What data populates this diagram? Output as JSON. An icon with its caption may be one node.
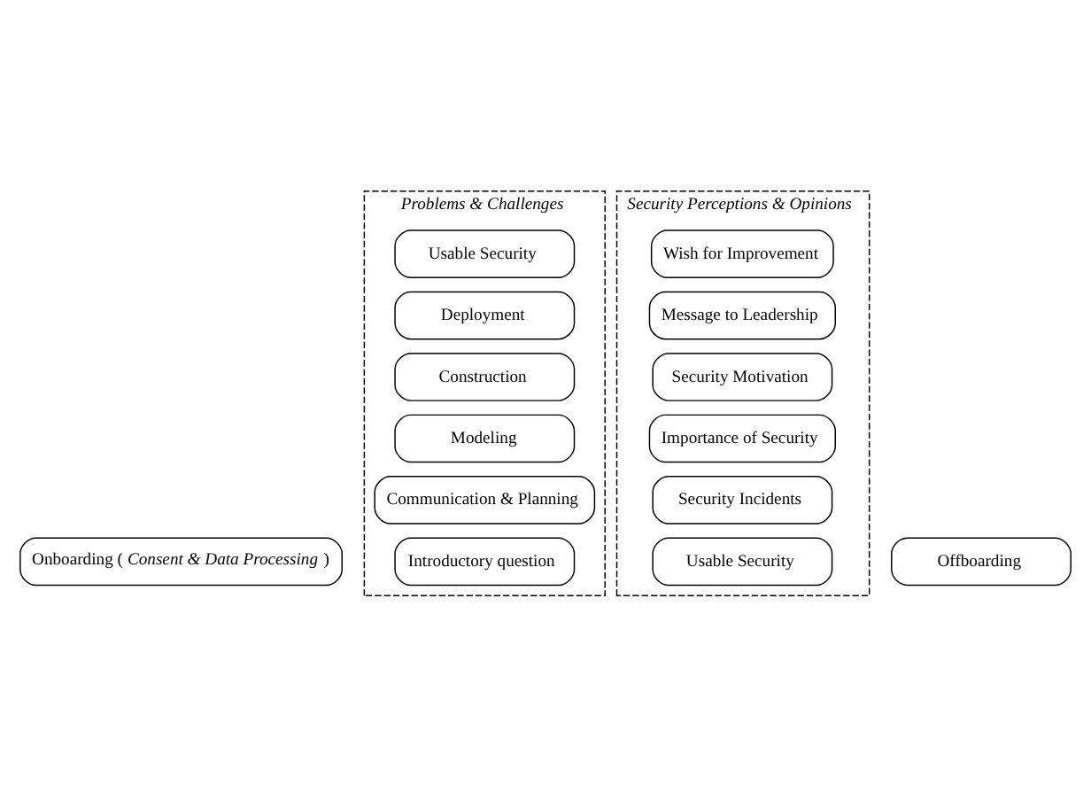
{
  "diagram": {
    "nodes": [
      {
        "text": [
          "Onboarding (*Consent & Data Processing*)"
        ]
      },
      {
        "text": [
          "Problems & Challenges"
        ]
      },
      {
        "text": [
          "Introductory question"
        ],
        "in": 1
      },
      {
        "text": [
          "Communication & Planning"
        ],
        "in": 1
      },
      {
        "text": [
          "Modeling"
        ],
        "in": 1
      },
      {
        "text": [
          "Construction"
        ],
        "in": 1
      },
      {
        "text": [
          "Deployment"
        ],
        "in": 1
      },
      {
        "text": [
          "Usable Security"
        ],
        "in": 1
      },
      {
        "text": [
          "Security Perceptions & Opinions"
        ]
      },
      {
        "text": [
          "Usable Security"
        ],
        "in": 8
      },
      {
        "text": [
          "Security Incidents"
        ],
        "in": 8
      },
      {
        "text": [
          "Importance of Security"
        ],
        "in": 8
      },
      {
        "text": [
          "Security Motivation"
        ],
        "in": 8
      },
      {
        "text": [
          "Message to Leadership"
        ],
        "in": 8
      },
      {
        "text": [
          "Wish for Improvement"
        ],
        "in": 8
      },
      {
        "text": [
          "Offboarding"
        ]
      }
    ]
  }
}
